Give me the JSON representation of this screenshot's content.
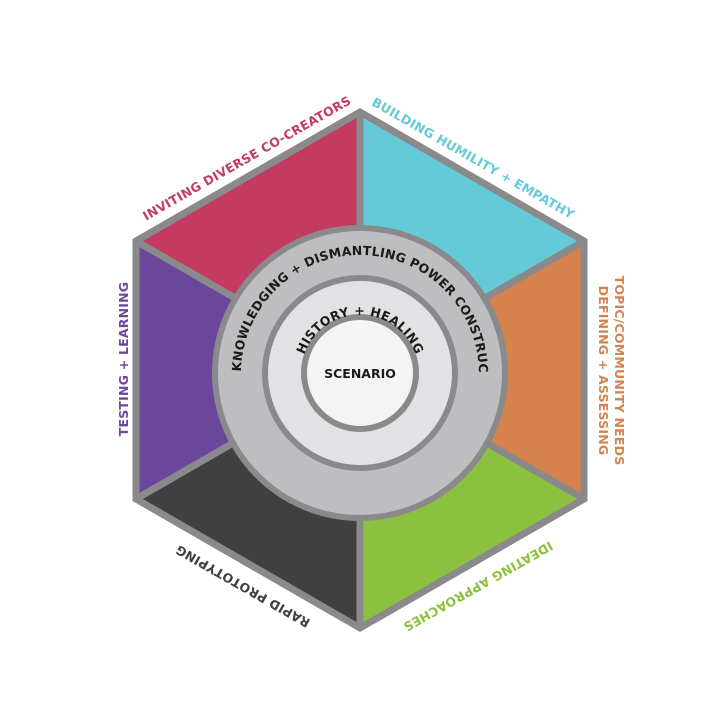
{
  "sectors": [
    {
      "key": "inviting",
      "label": "INVITING DIVERSE CO-CREATORS",
      "color": "#C33B60"
    },
    {
      "key": "building",
      "label": "BUILDING HUMILITY + EMPATHY",
      "color": "#64CAD8"
    },
    {
      "key": "defining",
      "label_line1": "DEFINING + ASSESSING",
      "label_line2": "TOPIC/COMMUNITY NEEDS",
      "color": "#D5824C"
    },
    {
      "key": "ideating",
      "label": "IDEATING APPROACHES",
      "color": "#8CC13F"
    },
    {
      "key": "rapid",
      "label": "RAPID PROTOTYPING",
      "color": "#404040"
    },
    {
      "key": "testing",
      "label": "TESTING + LEARNING",
      "color": "#6B479B"
    }
  ],
  "rings": {
    "outer_label": "ACKNOWLEDGING + DISMANTLING POWER CONSTRUCTS",
    "inner_label": "HISTORY + HEALING",
    "center_label": "SCENARIO"
  },
  "colors": {
    "frame": "#8A8A8C",
    "outer_ring": "#BEBEC0",
    "inner_ring": "#E2E2E4",
    "center": "#F4F4F5"
  }
}
